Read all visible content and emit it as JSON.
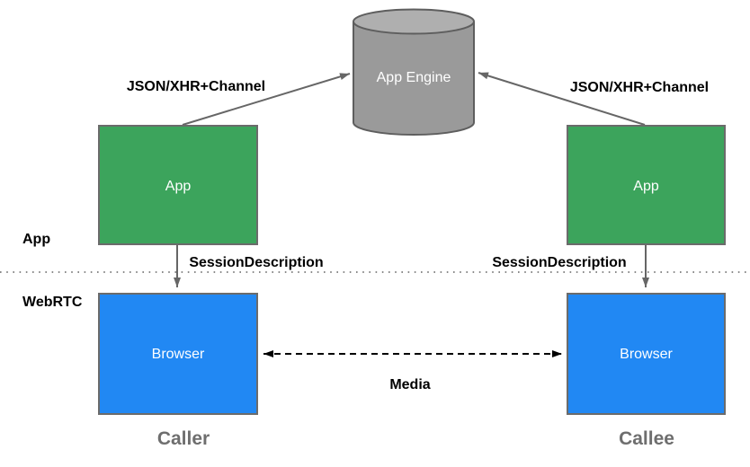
{
  "colors": {
    "box-green": "#3CA45C",
    "box-blue": "#2188F3",
    "box-border": "#6B6B6B",
    "cylinder-body": "#9A9A9A",
    "cylinder-top": "#AFAFAF",
    "cylinder-border": "#5E5E5E",
    "arrow-gray": "#666666",
    "arrow-black": "#000000",
    "separator-gray": "#8A8A8A",
    "label-black": "#000000",
    "role-label-gray": "#6E6E6E",
    "box-text-white": "#FFFFFF"
  },
  "app_engine": {
    "label": "App Engine"
  },
  "labels": {
    "channel_left": "JSON/XHR+Channel",
    "channel_right": "JSON/XHR+Channel",
    "session_left": "SessionDescription",
    "session_right": "SessionDescription",
    "media": "Media",
    "layer_app": "App",
    "layer_webrtc": "WebRTC"
  },
  "caller": {
    "app_label": "App",
    "browser_label": "Browser",
    "role_label": "Caller"
  },
  "callee": {
    "app_label": "App",
    "browser_label": "Browser",
    "role_label": "Callee"
  }
}
